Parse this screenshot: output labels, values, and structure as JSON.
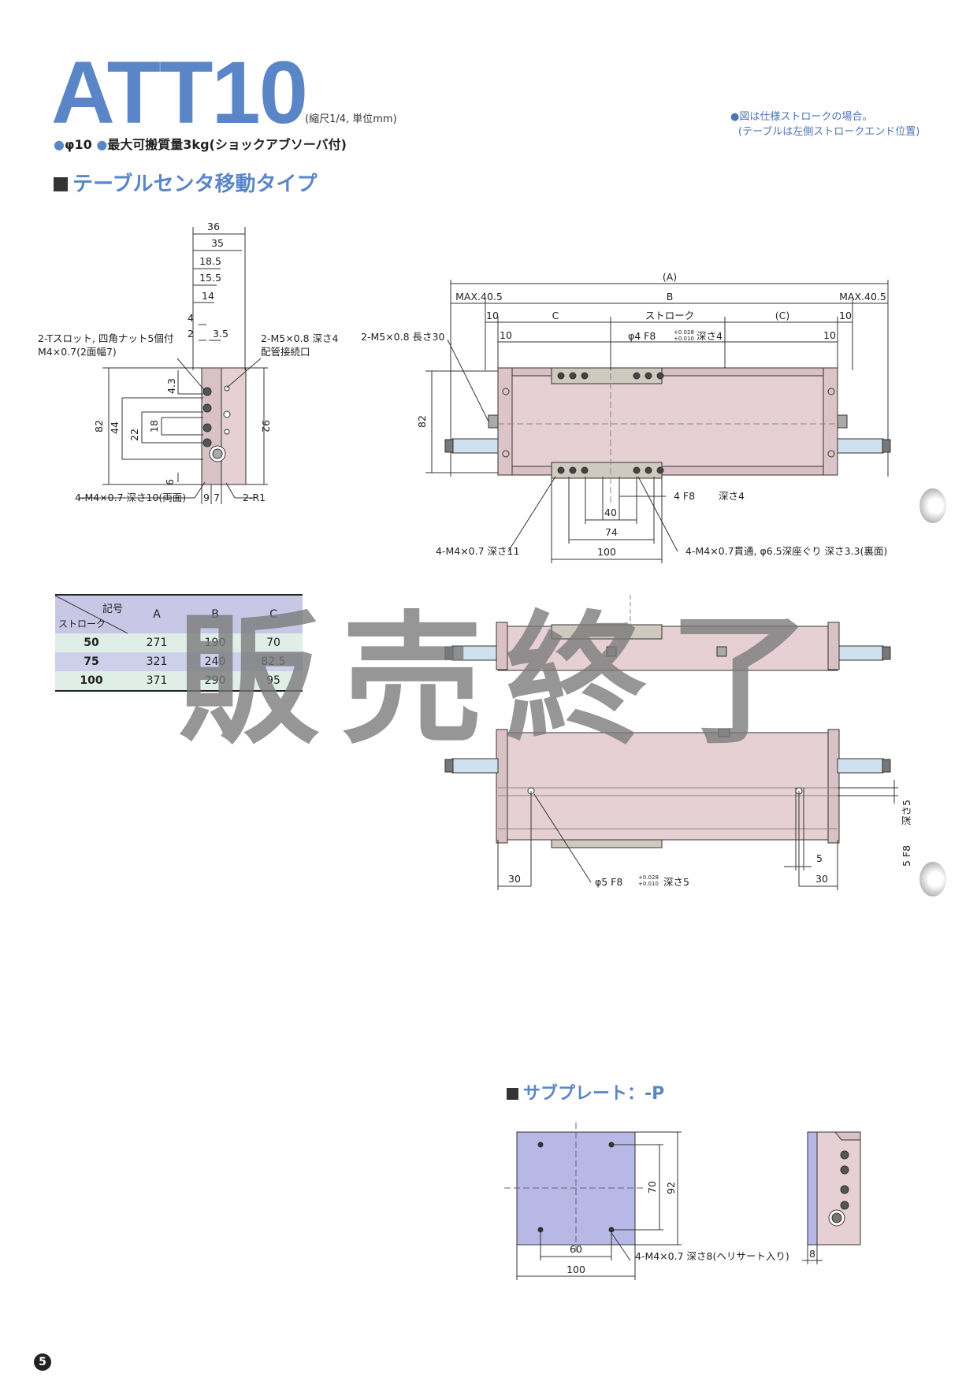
{
  "header": {
    "title": "ATT10",
    "scale_note": "(縮尺1/4, 単位mm)",
    "spec_bore": "φ10",
    "spec_payload": "最大可搬質量3kg(ショックアブソーバ付)",
    "note_line1": "●図は仕様ストロークの場合。",
    "note_line2": "(テーブルは左側ストロークエンド位置)"
  },
  "sections": {
    "main": "テーブルセンタ移動タイプ",
    "subplate": "サブプレート：-P"
  },
  "side_view": {
    "dims": [
      "36",
      "35",
      "18.5",
      "15.5",
      "14",
      "4",
      "2",
      "3.5",
      "4.3",
      "44",
      "22",
      "18",
      "82",
      "92",
      "6",
      "9",
      "7"
    ],
    "labels": [
      "2-Tスロット, 四角ナット5個付",
      "M4×0.7(2面幅7)",
      "2-M5×0.8 深さ4",
      "配管接続口",
      "4-M4×0.7 深さ10(両面)",
      "2-R1"
    ]
  },
  "top_view": {
    "dims": [
      "(A)",
      "MAX.40.5",
      "B",
      "MAX.40.5",
      "10",
      "C",
      "ストローク",
      "(C)",
      "10",
      "10",
      "10",
      "82",
      "40",
      "74",
      "100"
    ],
    "labels": [
      "2-M5×0.8 長さ30",
      "φ4 F8",
      "+0.028",
      "+0.010",
      "深さ4",
      "4 F8",
      "深さ4",
      "4-M4×0.7 深さ11",
      "4-M4×0.7貫通, φ6.5深座ぐり 深さ3.3(裏面)"
    ]
  },
  "bottom_view": {
    "dims": [
      "30",
      "5",
      "30"
    ],
    "labels": [
      "φ5 F8",
      "+0.028",
      "+0.010",
      "深さ5",
      "5 F8",
      "深さ5"
    ]
  },
  "table": {
    "header_symbol": "記号",
    "header_stroke": "ストローク",
    "columns": [
      "A",
      "B",
      "C"
    ],
    "rows": [
      {
        "stroke": "50",
        "A": "271",
        "B": "190",
        "C": "70"
      },
      {
        "stroke": "75",
        "A": "321",
        "B": "240",
        "C": "82.5"
      },
      {
        "stroke": "100",
        "A": "371",
        "B": "290",
        "C": "95"
      }
    ]
  },
  "subplate": {
    "dims": [
      "70",
      "92",
      "60",
      "100",
      "8"
    ],
    "labels": [
      "4-M4×0.7 深さ8(ヘリサート入り)"
    ]
  },
  "watermark": "販売終了",
  "page_number": "5",
  "colors": {
    "accent": "#5a86c8",
    "table_header": "#c8c8e6",
    "row_green": "#dfeee6",
    "row_violet": "#cdd0ea",
    "body_pink": "#e6d0d4",
    "plate_violet": "#b7b8e6"
  }
}
